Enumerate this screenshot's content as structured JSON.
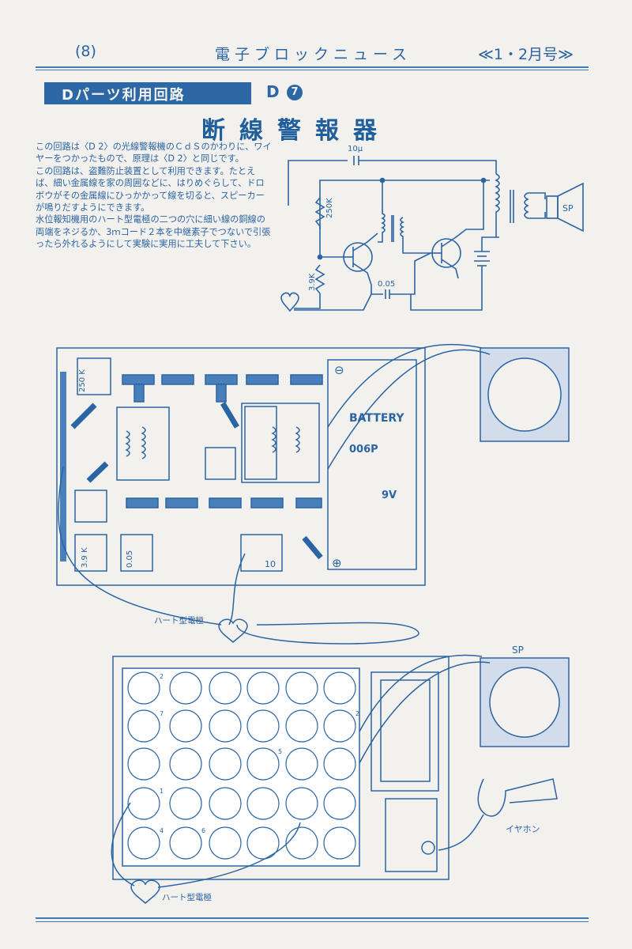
{
  "header": {
    "page": "(8)",
    "title": "電子ブロックニュース",
    "issue": "≪1・2月号≫"
  },
  "banner": {
    "label": "Dパーツ利用回路",
    "code_letter": "D",
    "code_number": "7"
  },
  "article": {
    "title": "断線警報器",
    "paragraphs": [
      "この回路は〈D 2〉の光線警報機のＣｄＳのかわりに、ワイヤーをつかったもので、原理は〈D 2〉と同じです。",
      "この回路は、盗難防止装置として利用できます。たとえば、細い金属線を家の周囲などに、はりめぐらして、ドロボウがその金属線にひっかかって線を切ると、スピーカーが鳴りだすようにできます。",
      "水位報知機用のハート型電極の二つの穴に細い線の銅線の両端をネジるか、3ｍコード２本を中継素子でつないで引張ったら外れるようにして実験に実用に工夫して下さい。"
    ]
  },
  "schematic": {
    "cap_top": "10μ",
    "resistor_top": "250K",
    "resistor_bottom": "3.9K",
    "cap_bottom": "0.05",
    "speaker": "SP"
  },
  "board1": {
    "res_250k": "250 K",
    "res_39k": "3.9 K",
    "cap_005": "0.05",
    "cap_10": "10",
    "battery_title": "BATTERY",
    "battery_model": "006P",
    "battery_voltage": "9V",
    "minus": "⊖",
    "plus": "⊕",
    "electrode_label": "ハート型電極"
  },
  "board2": {
    "speaker_label": "SP",
    "earphone_label": "イヤホン",
    "electrode_label": "ハート型電極",
    "cell_numbers": [
      "2",
      "7",
      "2",
      "5",
      "1",
      "4",
      "6"
    ]
  },
  "colors": {
    "ink": "#2a64a3",
    "ink_dark": "#1f5f9c",
    "paper": "#f3f1ee"
  }
}
